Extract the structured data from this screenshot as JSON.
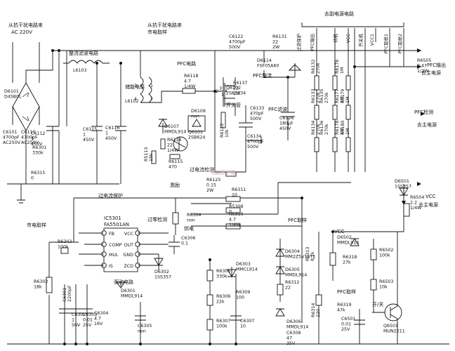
{
  "headers": {
    "from_antijam_input": "从抗干扰电路来",
    "ac_input": "AC 220V",
    "from_antijam_sample": "从抗干扰电路来",
    "mains_sample": "市电取样",
    "secondary_power": "去副电源电路",
    "rectifier_filter": "整流滤波电路",
    "pfc_circuit": "PFC电路",
    "pfc_output": "PFC输出",
    "to_main_power": "去主电源",
    "pfc_detect": "PFC检测",
    "to_main_power_2": "去主电源",
    "vcc_label": "VCC",
    "to_main_power_3": "去主电源"
  },
  "bus_labels": {
    "overcurrent_protect": "过流保护",
    "pfc_output": "PFC输出",
    "standby": "待机",
    "vcc": "VCC",
    "switch_on": "开关机",
    "vcc1": "VCC1",
    "pfc_sample_1": "PFC取样1",
    "pfc_sample_2": "PFC取样2"
  },
  "inline_labels": {
    "storage_inductor": "储能电感",
    "switch_tube": "开关管",
    "pfc_rectify": "PFC整流",
    "pfc_filter": "PFC滤波",
    "overcurrent_detect": "过电流检测",
    "excitation": "激励",
    "overcurrent_protect": "过电流保护",
    "mains_sample": "市电取样",
    "zero_cross_detect": "过零检测",
    "power_supply": "供电",
    "pfc_sample_a": "PFC取样",
    "pfc_sample_b": "PFC取样",
    "drive_circuit": "驱动电路",
    "vcc_lower": "VCC",
    "switch_on": "开/关"
  },
  "ic": {
    "ref": "IC5301",
    "part": "FA5501AN",
    "pins_left": [
      "1",
      "2",
      "3",
      "4"
    ],
    "pins_left_names": [
      "FB",
      "COMP",
      "MUL",
      "IS"
    ],
    "pins_right": [
      "8",
      "7",
      "6",
      "5"
    ],
    "pins_right_names": [
      "VCC",
      "OUT",
      "GND",
      "ZCD"
    ]
  },
  "components": {
    "d6101": [
      "D6101",
      "D4SB0L"
    ],
    "c6101": [
      "C6101",
      "4700pF",
      "AC250V"
    ],
    "c6110": [
      "C6110",
      "4700pF",
      "AC250V"
    ],
    "l6103": [
      "L6103"
    ],
    "c6112": [
      "C6112",
      "1",
      "450V"
    ],
    "r6301": [
      "R6301",
      "330k"
    ],
    "r6315": [
      "R6315",
      "0"
    ],
    "c6115": [
      "C6115",
      "1",
      "450V"
    ],
    "c6116": [
      "C6116",
      "1",
      "450V"
    ],
    "l6102": [
      "L6102"
    ],
    "c6122": [
      "C6122",
      "4700pF",
      "500V"
    ],
    "r6131": [
      "R6131",
      "22",
      "2W"
    ],
    "d6114": [
      "D6114",
      "FSF05A60"
    ],
    "r6118": [
      "R6118",
      "4.7",
      "1/4W"
    ],
    "q6102": [
      "Q6102",
      "2SK3934"
    ],
    "r6137": [
      "R6137",
      "22",
      "2W"
    ],
    "d6107": [
      "D6107",
      "MMDL914"
    ],
    "d6109": [
      "D6109",
      "non"
    ],
    "r6114": [
      "R6114",
      "22",
      "1/4W"
    ],
    "r5113": [
      "R5113",
      "15k"
    ],
    "q6101": [
      "Q6101",
      "2SB624"
    ],
    "r6115": [
      "R6115",
      "470"
    ],
    "r6122": [
      "R6122",
      "10k"
    ],
    "c6133": [
      "C6133",
      "470pF",
      "500V"
    ],
    "c6126": [
      "C6126",
      "180μF",
      "450V"
    ],
    "c6134": [
      "C6134",
      "4700pF",
      "500V"
    ],
    "r6125": [
      "R6125",
      "0.15",
      "2W"
    ],
    "r6505": [
      "R6505",
      "0.47",
      "1/2W"
    ],
    "r6132": [
      "R6132",
      "270k"
    ],
    "r6133": [
      "R6133",
      "270k"
    ],
    "r6134": [
      "R6134",
      "270k"
    ],
    "r6135": [
      "R6135",
      "270k"
    ],
    "r6136": [
      "R6136",
      "270k"
    ],
    "r6176": [
      "R6176",
      "1M"
    ],
    "r6177": [
      "R6177",
      "1M"
    ],
    "r6178": [
      "R6178",
      "1M"
    ],
    "r6179": [
      "R6179",
      "1M"
    ],
    "r6180": [
      "R6180",
      "1M"
    ],
    "r6311": [
      "R6311",
      "10"
    ],
    "r5308": [
      "R5308",
      "0"
    ],
    "d6501": [
      "D6501",
      "1SS357"
    ],
    "r6504": [
      "R6504",
      "2.2",
      "1/4W"
    ],
    "r5310": [
      "R5310",
      "4.7",
      "1/4W"
    ],
    "r6304": [
      "R6304",
      "non"
    ],
    "r6303": [
      "R6303",
      "100k"
    ],
    "c6306": [
      "C6306",
      "0.1"
    ],
    "d6502": [
      "D6502",
      "MMDL914"
    ],
    "d6304": [
      "D6304",
      "MM2Z5V1ST1"
    ],
    "d6305": [
      "D6305",
      "MMDL914"
    ],
    "r6312": [
      "R6312",
      "22"
    ],
    "d6302": [
      "D6302",
      "1SS357"
    ],
    "r6302": [
      "R6302",
      "18k"
    ],
    "c6301": [
      "C6301",
      "2200pF"
    ],
    "c6302": [
      "C6302",
      "1",
      "50V"
    ],
    "c6303": [
      "C6303",
      "0.01",
      "25V"
    ],
    "c6304": [
      "C6304",
      "4.7",
      "16V"
    ],
    "d6301": [
      "D6301",
      "MMDL914"
    ],
    "c6305": [
      "C6305",
      "non"
    ],
    "r6305": [
      "R6305",
      "330k"
    ],
    "r6306": [
      "R6306",
      "22k"
    ],
    "r6307": [
      "R6307",
      "100k"
    ],
    "d6303": [
      "D6303",
      "MMCL914"
    ],
    "r6309": [
      "R6309",
      "100"
    ],
    "c6307": [
      "C6307",
      "10"
    ],
    "r6313": [
      "R6313",
      "8.2k"
    ],
    "r6318": [
      "R6318",
      "27k"
    ],
    "r6314": [
      "R6314",
      "220"
    ],
    "d6306": [
      "D6306",
      "MMDL914"
    ],
    "c6308": [
      "C6308",
      "47",
      "35V"
    ],
    "r6319": [
      "R6319",
      "47k"
    ],
    "r6502": [
      "R6502",
      "100k"
    ],
    "r6503": [
      "R6503",
      "10k"
    ],
    "c6501": [
      "C6501",
      "0.01",
      "25V"
    ],
    "q6501": [
      "Q6501",
      "MUN2211"
    ]
  },
  "node_marks": [
    "1",
    "2",
    "3",
    "4",
    "1",
    "2",
    "3",
    "4"
  ],
  "watermark": "电路图下载"
}
